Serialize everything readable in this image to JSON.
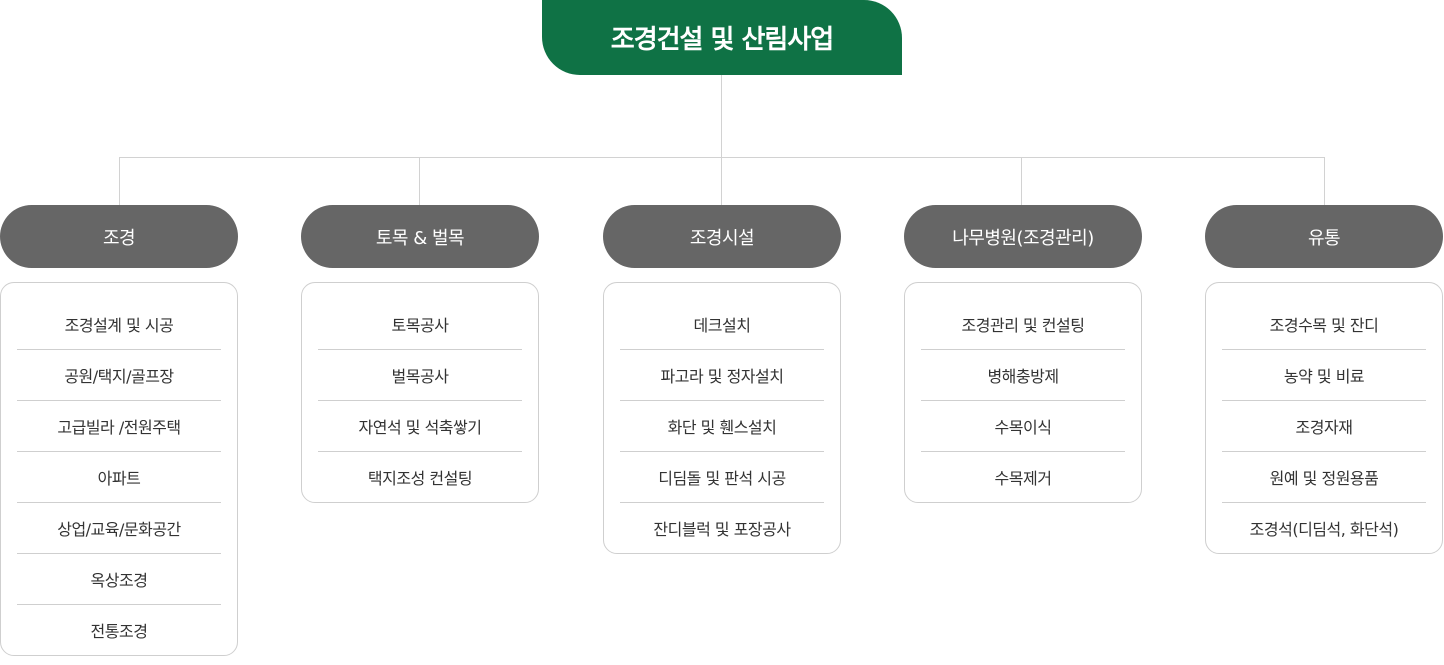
{
  "root": {
    "title": "조경건설 및 산림사업"
  },
  "columns": [
    {
      "title": "조경",
      "items": [
        "조경설계 및 시공",
        "공원/택지/골프장",
        "고급빌라 /전원주택",
        "아파트",
        "상업/교육/문화공간",
        "옥상조경",
        "전통조경"
      ]
    },
    {
      "title": "토목 & 벌목",
      "items": [
        "토목공사",
        "벌목공사",
        "자연석 및 석축쌓기",
        "택지조성 컨설팅"
      ]
    },
    {
      "title": "조경시설",
      "items": [
        "데크설치",
        "파고라 및 정자설치",
        "화단 및 휀스설치",
        "디딤돌 및 판석 시공",
        "잔디블럭 및 포장공사"
      ]
    },
    {
      "title": "나무병원(조경관리)",
      "items": [
        "조경관리 및 컨설팅",
        "병해충방제",
        "수목이식",
        "수목제거"
      ]
    },
    {
      "title": "유통",
      "items": [
        "조경수목 및 잔디",
        "농약 및 비료",
        "조경자재",
        "원예 및 정원용품",
        "조경석(디딤석, 화단석)"
      ]
    }
  ],
  "colors": {
    "root": "#0f7245",
    "category": "#666666",
    "line": "#d2d2d2",
    "border": "#cfcfcf"
  }
}
